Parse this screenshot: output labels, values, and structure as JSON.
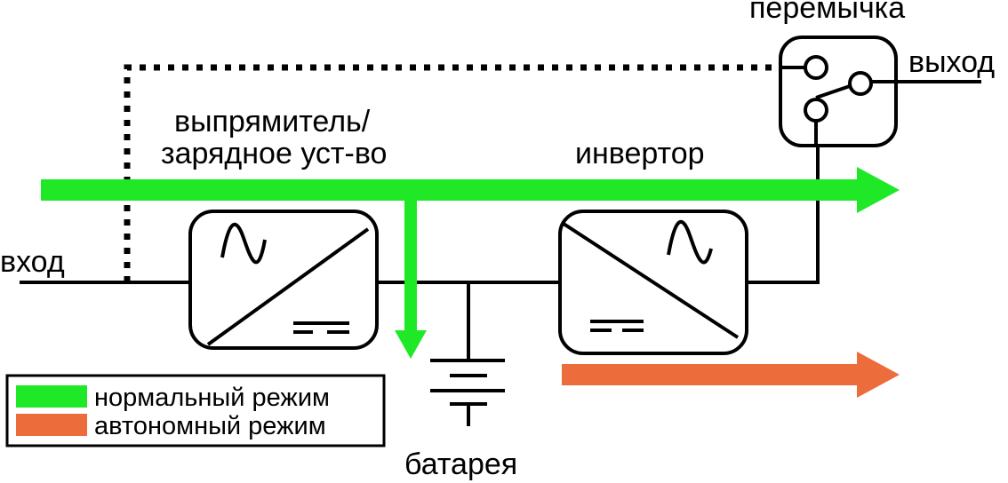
{
  "labels": {
    "input": "вход",
    "output": "выход",
    "bypass": "перемычка",
    "rectifier_line1": "выпрямитель/",
    "rectifier_line2": "зарядное уст-во",
    "inverter": "инвертор",
    "battery": "батарея"
  },
  "legend": {
    "items": [
      {
        "label": "нормальный режим",
        "color": "#1fe926"
      },
      {
        "label": "автономный режим",
        "color": "#ec6c3b"
      }
    ]
  },
  "colors": {
    "normal_mode": "#1fe926",
    "battery_mode": "#ec6c3b",
    "line": "#000000"
  },
  "icons": {
    "ac": "sine-wave-icon",
    "dc": "dc-bars-icon",
    "switch": "transfer-switch-icon"
  }
}
